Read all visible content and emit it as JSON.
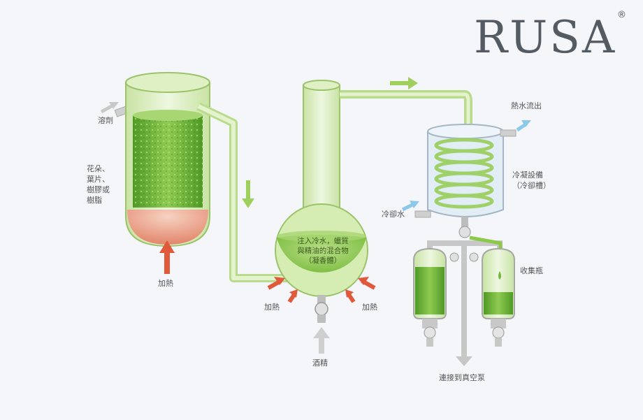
{
  "brand": {
    "name": "RUSA",
    "mark": "®"
  },
  "labels": {
    "solvent": "溶劑",
    "material_lines": [
      "花朵、",
      "葉片、",
      "樹膠或",
      "樹脂"
    ],
    "heat_left": "加熱",
    "flask_lines": [
      "注入冷水，蠟質",
      "與精油的混合物",
      "（凝香體）"
    ],
    "heat_flask_left": "加熱",
    "heat_flask_right": "加熱",
    "alcohol": "酒精",
    "hot_water_out": "熱水流出",
    "condenser_lines": [
      "冷凝設備",
      "（冷卻槽）"
    ],
    "cold_water": "冷卻水",
    "collection": "收集瓶",
    "to_vacuum": "連接到真空泵"
  },
  "colors": {
    "liquid": "#6fb83a",
    "tube": "#cde6a8",
    "heat_arrow": "#e0593a",
    "flow_arrow": "#9fcf5c",
    "water_arrow": "#8ec8e8",
    "gray_arrow": "#c8c8c8"
  }
}
